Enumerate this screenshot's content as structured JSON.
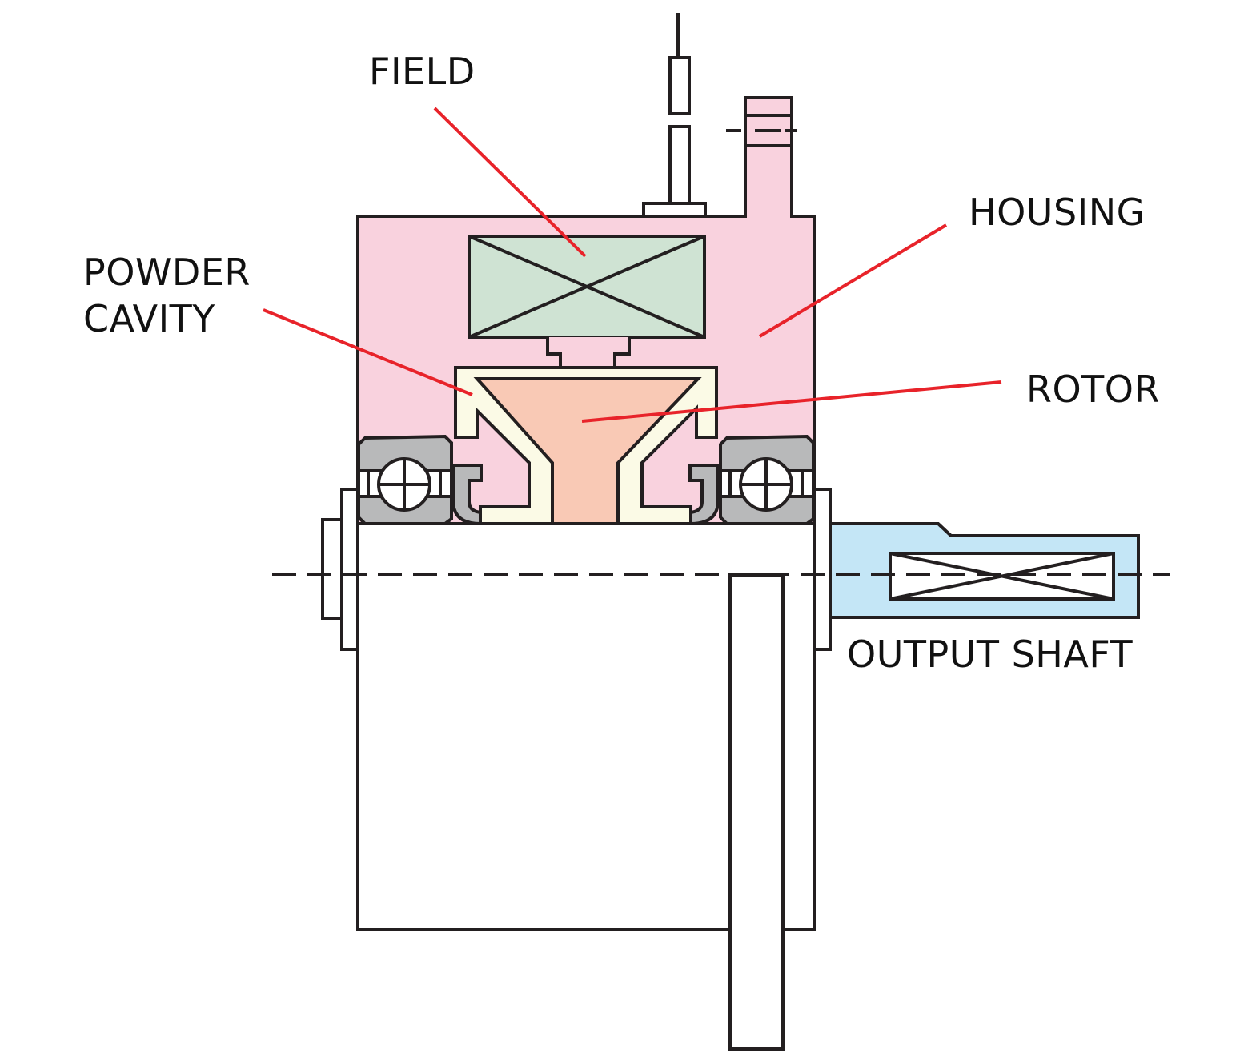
{
  "labels": {
    "field": "FIELD",
    "housing": "HOUSING",
    "powder_cavity": [
      "POWDER",
      "CAVITY"
    ],
    "rotor": "ROTOR",
    "output_shaft": "OUTPUT SHAFT"
  },
  "colors": {
    "housing": "#f9d2de",
    "field_coil": "#cfe3d3",
    "rotor": "#f9c9b5",
    "powder_cavity": "#fbfae6",
    "bearing": "#b8b9ba",
    "output_shaft": "#c4e6f6",
    "leader_line": "#e8232a",
    "outline": "#231f20"
  }
}
